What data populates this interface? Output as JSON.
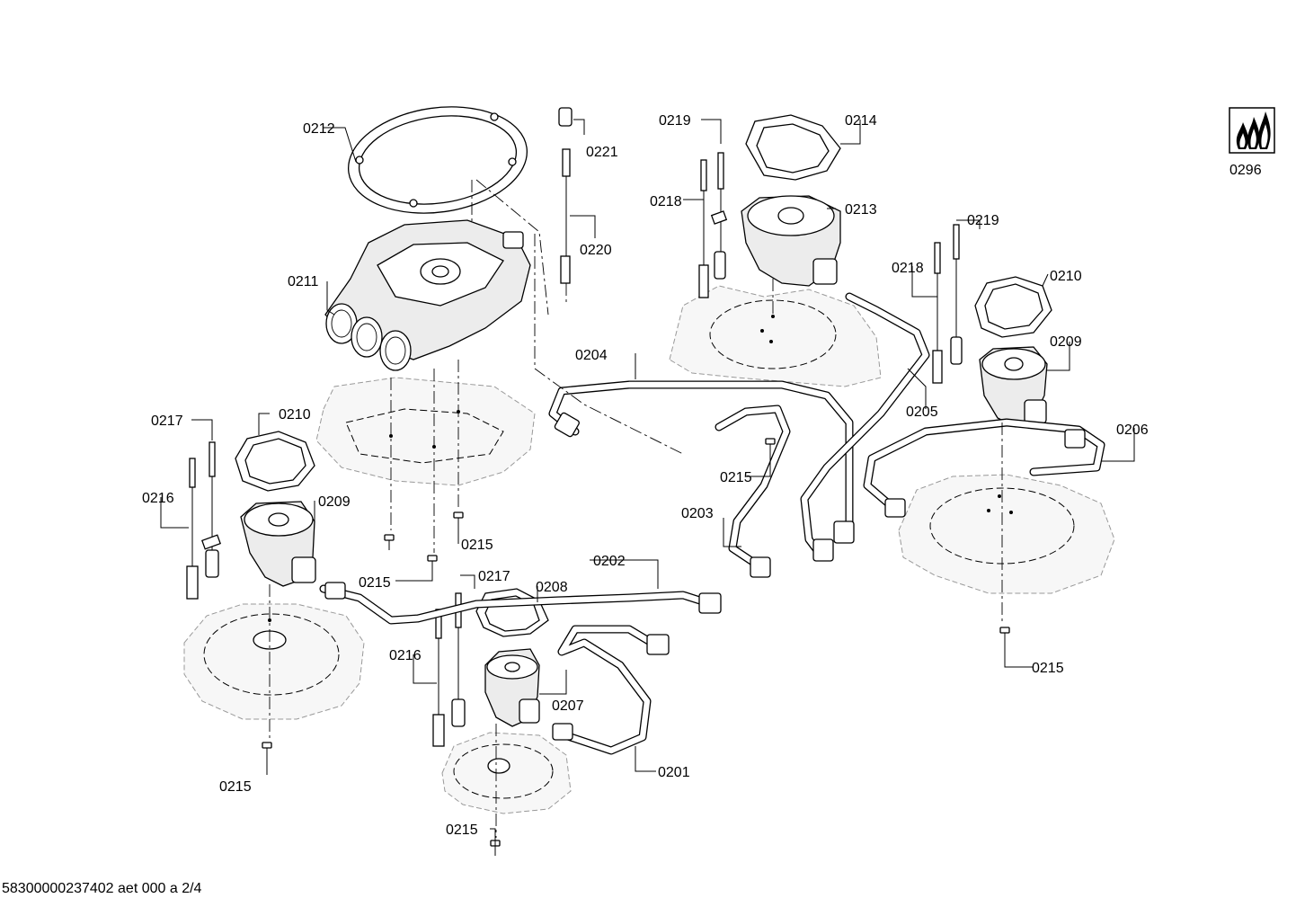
{
  "footer": "58300000237402 aet 000 a 2/4",
  "labels": {
    "l0212": "0212",
    "l0221": "0221",
    "l0220": "0220",
    "l0211": "0211",
    "l0219a": "0219",
    "l0214": "0214",
    "l0218a": "0218",
    "l0213": "0213",
    "l0219b": "0219",
    "l0218b": "0218",
    "l0210a": "0210",
    "l0209a": "0209",
    "l0204": "0204",
    "l0205": "0205",
    "l0206": "0206",
    "l0217a": "0217",
    "l0210b": "0210",
    "l0215a": "0215",
    "l0216a": "0216",
    "l0209b": "0209",
    "l0215b": "0215",
    "l0203": "0203",
    "l0215c": "0215",
    "l0217b": "0217",
    "l0202": "0202",
    "l0208": "0208",
    "l0216b": "0216",
    "l0207": "0207",
    "l0201": "0201",
    "l0215d": "0215",
    "l0215e": "0215",
    "l0215f": "0215",
    "l0296": "0296"
  },
  "icons": {
    "gas_flame_badge": "gas-flame-icon"
  }
}
